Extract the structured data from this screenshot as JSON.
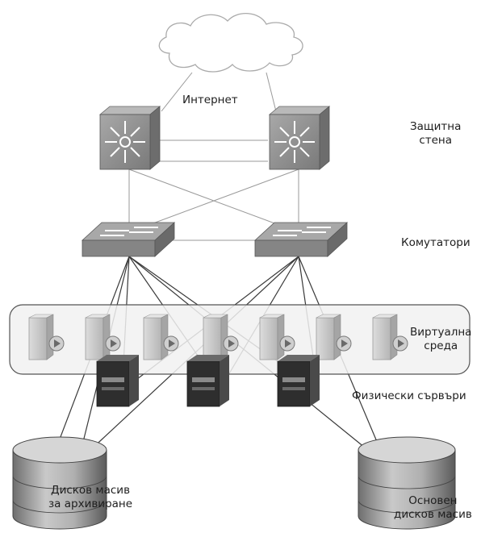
{
  "labels": {
    "internet": "Интернет",
    "firewall_line1": "Защитна",
    "firewall_line2": "стена",
    "switches": "Комутатори",
    "virtual_line1": "Виртуална",
    "virtual_line2": "среда",
    "physical_servers": "Физически сървъри",
    "backup_line1": "Дисков масив",
    "backup_line2": "за архивиране",
    "primary_line1": "Основен",
    "primary_line2": "дисков масив"
  },
  "colors": {
    "line": "#3a3a3a",
    "device": "#8e8e8e",
    "device_dark": "#5c5c5c",
    "panel": "#f1f1f1"
  },
  "icons": {
    "cloud": "cloud-icon",
    "firewall": "firewall-router-icon",
    "switch": "network-switch-icon",
    "virtual_machine": "virtual-machine-icon",
    "server": "rack-server-icon",
    "storage": "disk-storage-icon"
  }
}
